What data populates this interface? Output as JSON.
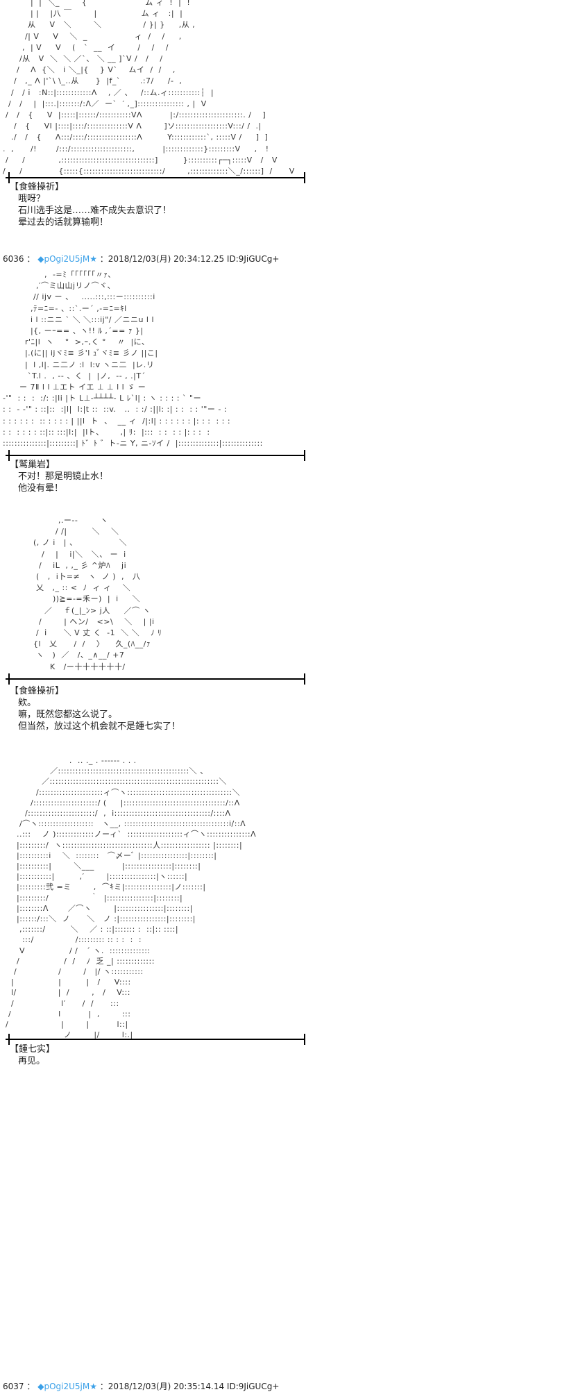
{
  "art": [
    [
      "           |  |  ＼_        {                     ム ィ  !  |  !",
      "           | |    |八 ￣        |                ム ィ   :|  |",
      "          从     V   ＼        ＼               / }| }     ,从 ,",
      "         /| V     V    ＼  _                 ィ  /    /     ,",
      "        ,  | V     V    (   `  __  イ        /    /    /",
      "       /从   V  ＼  ＼ ／`、 ＼ __ ]`V /   /    /",
      "      /    Λ  {＼   i ＼_|{    } V`    ムイ  /  /    ,",
      "     /   ,_ Λ |'`\\ \\_..从      }  |f_`       .:7/     /-  ,",
      "    /   /ｉ  :N::|::::::::::::Λ    , ／ 、   /::ム.ィ:::::::::::┆  |",
      "   /   /    |  |:::.|:::::::/:Λ／  ー`  ′ ,_]:::::::::::::::: , |  V",
      "  /   /   {     V  |:::::|::::::/:::::::::::VΛ          |:/::::::::::::::::::::::. /    ]",
      "     /   {     Vl |::::|::::/::::::::::::::V Λ        ]ソ::::::::::::::::::V:::/ /  .|",
      "    ./   /   {     Λ:::/::::/:::::::::::::::::Λ         Y::::::::::::`, :::::V /     ]  ]",
      " .  ,      /!       /:::/:::::::::::::::::::::,          |:::::::::::::}:::::::::V     ,   !",
      "  /     /            ,::::::::::::::::::::::::::::::::]         }::::::::::┌─┐:::::V   /   V",
      " /     /             {:::::{:::::::::::::::::::::::::::/        ,:::::::::::::＼_/::::::]  /      V"
    ],
    [
      "               ,  -=ﾐ「「「「「「〃ｧ、",
      "            ,′⌒ミ山山jリノ⌒ヾ、",
      "           // ijv ー 、   .....:::,:::ー::::::::::i",
      "          ,ﾃ=ﾆ=‐ 、::`.ー´ ,-=ﾆ=ｷl",
      "          i l ::ニニ ` ＼ ＼:::ij\"/ ／ニニu l l",
      "          |{, ーｰ== 、ヽ!! ﾙ ,´== ｧ }|",
      "        r'ﾆ|l  ヽ    °  >,ｰ,く °    〃  |に、",
      "        |.(に|| ijヾﾐ≡ 彡'l ｭﾞヾﾐ≡ 彡ノ ||こ|",
      "        |  l ,l|. ニ二ノ :l  l:v ヽニ二  |レ.リ",
      "         `T.l .  , -- 、く  |  |ノ,  -- , .|T´",
      "      ー 7Ⅱ l l ⊥エト イエ ⊥ ⊥ l l ゞ ー",
      "-'\"  : :  :  :/: :|li |ト L⊥‐┴┴┴┴‐ L ﾚ`l| : ヽ : : : : ` \"ー",
      ": :  - -'\" : ::|::  :|l|  l:|t ::  ::v.   ..  : :/ :||l: :| : :  : : '\"ー - :",
      ": : : : : :  :: : : : : | ||l  ト  、  __ ィ  /|:l| : : : : : : |: : :  : : :",
      ": :  : : : : ::|:: :::|l:|  |lト、      ,| ﾘ:  |:::  : :  : : |: : :  :",
      ":::::::::::::::|:::::::::| ﾄ゛ﾄ ゛ト-ニ Y, ニ-ｿイ /  |::::::::::::::|::::::::::::::"
    ],
    [
      "                    ,.ー--        ヽ",
      "                   / /|         ＼    ＼",
      "           (, ノ i   | 、               ＼",
      "              /    |    i|＼   ＼、 ー  i",
      "             /    iL  , ,_ 彡 ^炉ﾊ    ji",
      "            (   ,  i卜=≠   ヽ  ノ )  ,   八",
      "            乂   ,_ :: <  ﾉ  ィ ィ    ＼",
      "                  ))≧=-=禾ー)  |  i     ＼",
      "               ／    ｆ(_|_ﾝ> j人     ／⌒ ヽ",
      "             /        | ヘン/   <>\\    ＼    | |i",
      "            / ｉ     ＼ V 丈 く  -1  ＼ ＼    ﾉ ﾘ",
      "           {l   乂      /  /    〉    久_(ﾊ__/ｧ",
      "            ヽ   )  ／   /、_∧__/ +7",
      "                 Κ   /ー十十十十十十/"
    ],
    [
      "                        .  .. ._ . ------ . . .",
      "                 ／:::::::::::::::::::::::::::::::::::::::::::::＼ 、",
      "              ／::::::::::::::::::::::::::::::::::::::::::::::::::::::::::＼",
      "            /::::::::::::::::::::::ィ⌒ヽ::::::::::::::::::::::::::::::::::::＼",
      "          /::::::::::::::::::::::/ (     |:::::::::::::::::::::::::::::::::::/::Λ",
      "        /:::::::::::::::::::::::/  ,  i:::::::::::::::::::::::::::::::::/::::Λ",
      "      /⌒ヽ:::::::::::::::::::   ヽ__, ::::::::::::::::::::::::::::::::::::i/::Λ",
      "     ..:::    ノ ):::::::::::::ノーィ`  :::::::::::::::::::ィ⌒ヽ:::::::::::::::Λ",
      "     |:::::::::/  ヽ:::::::::::::::::::::::::::::::人::::::::::::::::: |::::::::|",
      "     |::::::::::i    ＼  ::::::::   ⌒〆ーﾞ |::::::::::::::::|::::::::|",
      "     |::::::::::|        ＼___          |::::::::::::::::|::::::::|",
      "     |:::::::::::|         ,′        |::::::::::::::::|ヽ::::::|",
      "     |:::::::::弐 =ミ        ,  ⌒ｷミ|::::::::::::::::|ノ:::::::|",
      "     |:::::::::/               ｀  |::::::::::::::::|::::::::|",
      "     |::::::::Λ       ／⌒ヽ        |::::::::::::::::|::::::::|",
      "     |::::::/:::＼  ノ      ＼   ノ :|::::::::::::::::|::::::::|",
      "      ,:::::::/         ＼    ／ : ::|::::::: :  ::|:: ::::|",
      "       :::/               /::::::::: :: : :  :  :",
      "      V                / /   ´ ヽ.  ::::::::::::::",
      "     /                /  /    ﾉ  乏 _| :::::::::::::",
      "    /               /        /   |/ ヽ:::::::::::",
      "   |                |         |   /     V::::",
      "   l/               |  /        ,   /    V:::",
      "   /                 l′      /  /      :::",
      "  /                 l          |  ,        :::",
      " /                   |        |          l::|",
      "                      ノ        |/        l:.|"
    ]
  ],
  "dialogs": [
    {
      "speaker": "【食蜂操祈】",
      "lines": [
        "哦呀？",
        "石川选手这是……难不成失去意识了！",
        "晕过去的话就算输啊！"
      ]
    },
    {
      "speaker": "【鹫巢岩】",
      "lines": [
        "不对！那是明镜止水！",
        "他没有晕！"
      ]
    },
    {
      "speaker": "【食蜂操祈】",
      "lines": [
        "欸。",
        "嘛，既然您都这么说了。",
        "但当然，放过这个机会就不是鍾七实了！"
      ]
    },
    {
      "speaker": "【鍾七实】",
      "lines": [
        "再见。"
      ]
    }
  ],
  "posts": [
    {
      "number": "6036",
      "sep": "：",
      "trip": "◆pOgi2U5jM★",
      "date": "：2018/12/03(月) 20:34:12.25 ID:9JiGUCg+"
    },
    {
      "number": "6037",
      "sep": "：",
      "trip": "◆pOgi2U5jM★",
      "date": "：2018/12/03(月) 20:35:14.14 ID:9JiGUCg+"
    }
  ],
  "colors": {
    "trip": "#3aa0e8",
    "rule": "#000000"
  }
}
